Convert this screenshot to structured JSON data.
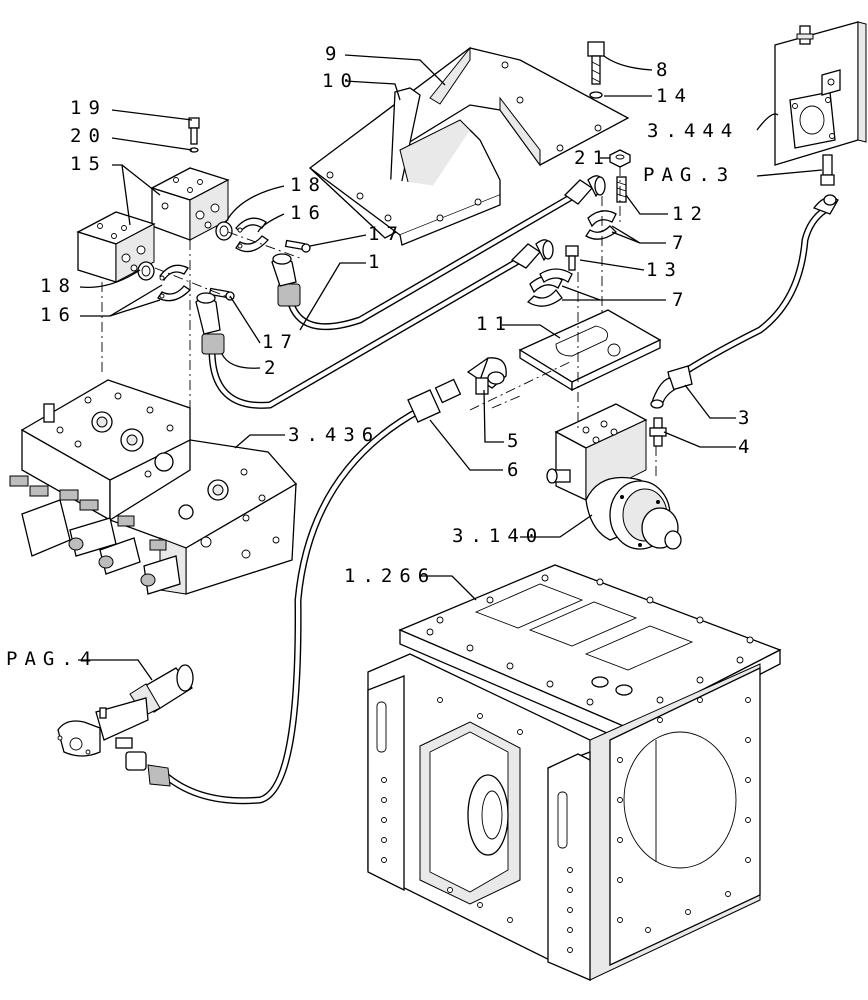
{
  "labels": {
    "l1": "1",
    "l2": "2",
    "l3": "3",
    "l4": "4",
    "l5": "5",
    "l6": "6",
    "l7a": "7",
    "l7b": "7",
    "l8": "8",
    "l9": "9",
    "l10": "10",
    "l11": "11",
    "l12": "12",
    "l13": "13",
    "l14": "14",
    "l15": "15",
    "l16a": "16",
    "l16b": "16",
    "l17a": "17",
    "l17b": "17",
    "l18a": "18",
    "l18b": "18",
    "l19": "19",
    "l20": "20",
    "l21": "21",
    "r3444": "3.444",
    "r3436": "3.436",
    "r3140": "3.140",
    "r1266": "1.266",
    "pag3": "PAG.3",
    "pag4": "PAG.4"
  }
}
